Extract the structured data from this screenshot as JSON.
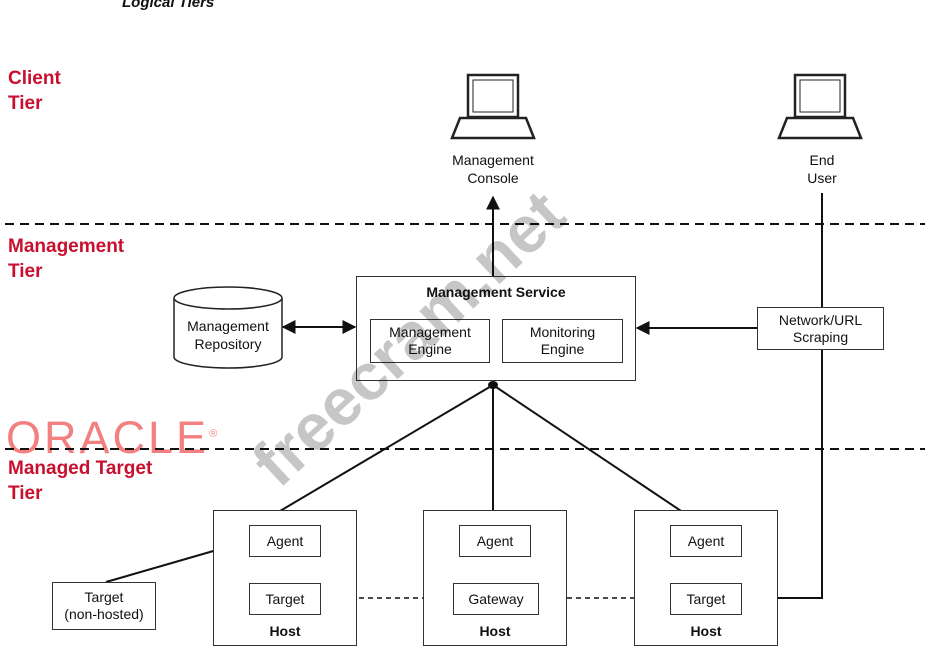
{
  "header": {
    "title": "Logical Tiers"
  },
  "tiers": {
    "client": [
      "Client",
      "Tier"
    ],
    "management": [
      "Management",
      "Tier"
    ],
    "managed": [
      "Managed Target",
      "Tier"
    ]
  },
  "client": {
    "console": [
      "Management",
      "Console"
    ],
    "end_user": [
      "End",
      "User"
    ]
  },
  "management": {
    "service_title": "Management Service",
    "engine": [
      "Management",
      "Engine"
    ],
    "monitoring": [
      "Monitoring",
      "Engine"
    ],
    "repository": [
      "Management",
      "Repository"
    ],
    "network": [
      "Network/URL",
      "Scraping"
    ]
  },
  "hosts": [
    {
      "agent": "Agent",
      "target": "Target",
      "label": "Host"
    },
    {
      "agent": "Agent",
      "target": "Gateway",
      "label": "Host"
    },
    {
      "agent": "Agent",
      "target": "Target",
      "label": "Host"
    }
  ],
  "non_hosted": [
    "Target",
    "(non-hosted)"
  ],
  "logo": {
    "text": "ORACLE",
    "mark": "®"
  },
  "watermark": "freecram.net",
  "colors": {
    "tier_label": "#c8102e",
    "logo": "#f26a6a",
    "line": "#111111"
  }
}
